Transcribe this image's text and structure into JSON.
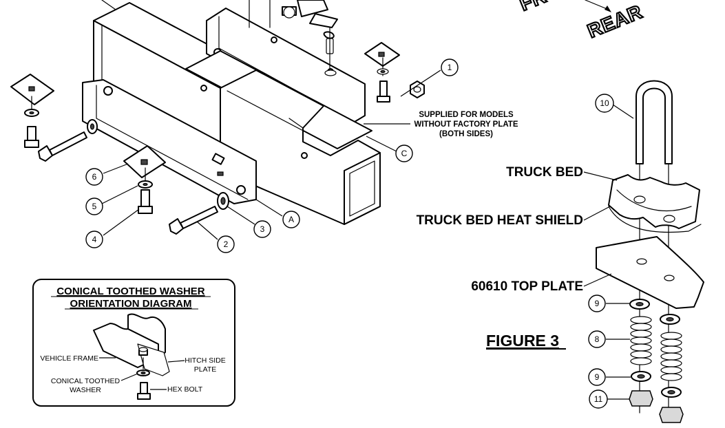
{
  "direction": {
    "front": "FRONT",
    "rear": "REAR"
  },
  "callouts": {
    "c1": "1",
    "c2": "2",
    "c3": "3",
    "c4": "4",
    "c5": "5",
    "c6": "6",
    "cA": "A",
    "cC": "C",
    "c10": "10",
    "c9a": "9",
    "c8": "8",
    "c9b": "9",
    "c11": "11"
  },
  "note": {
    "line1": "SUPPLIED FOR MODELS",
    "line2": "WITHOUT FACTORY PLATE",
    "line3": "(BOTH SIDES)"
  },
  "labels": {
    "truck_bed": "TRUCK BED",
    "heat_shield": "TRUCK BED HEAT SHIELD",
    "top_plate": "60610 TOP PLATE"
  },
  "figure_title": "FIGURE 3",
  "inset": {
    "title_line1": "CONICAL TOOTHED WASHER",
    "title_line2": "ORIENTATION DIAGRAM",
    "vehicle_frame": "VEHICLE FRAME",
    "hitch_side_line1": "HITCH SIDE",
    "hitch_side_line2": "PLATE",
    "conical_line1": "CONICAL TOOTHED",
    "conical_line2": "WASHER",
    "hex_bolt": "HEX BOLT"
  }
}
